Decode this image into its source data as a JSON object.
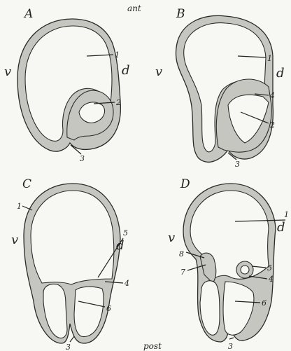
{
  "orientation": {
    "anterior": "ant",
    "posterior": "post"
  },
  "panels": [
    {
      "letter": "A",
      "ventral": "v",
      "dorsal": "d",
      "numbers": [
        "1",
        "2",
        "3"
      ]
    },
    {
      "letter": "B",
      "ventral": "v",
      "dorsal": "d",
      "numbers": [
        "1",
        "4",
        "2",
        "3"
      ]
    },
    {
      "letter": "C",
      "ventral": "v",
      "dorsal": "d",
      "numbers": [
        "1",
        "5",
        "4",
        "6",
        "3"
      ]
    },
    {
      "letter": "D",
      "ventral": "v",
      "dorsal": "d",
      "numbers": [
        "1",
        "8",
        "7",
        "5",
        "4",
        "6",
        "3"
      ]
    }
  ]
}
